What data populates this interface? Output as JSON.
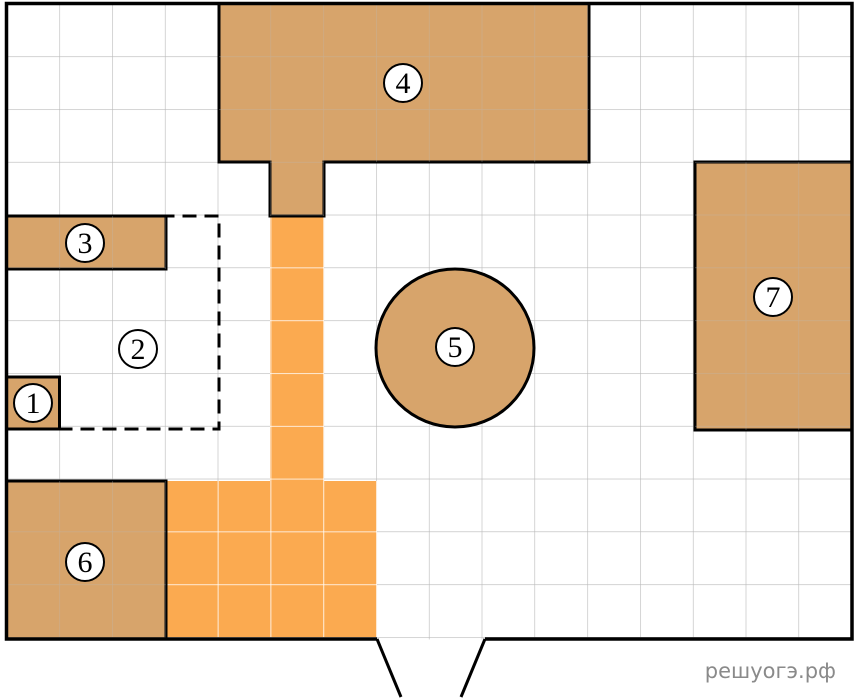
{
  "plan": {
    "colors": {
      "background": "#ffffff",
      "grid_line": "#b9b9b9",
      "wall": "#000000",
      "object_fill": "#d7a46b",
      "path_fill": "#fbaa50",
      "path_grid": "#ffffff",
      "label_circle": "#ffffff"
    },
    "objects": [
      {
        "id": "1",
        "label": "1"
      },
      {
        "id": "2",
        "label": "2"
      },
      {
        "id": "3",
        "label": "3"
      },
      {
        "id": "4",
        "label": "4"
      },
      {
        "id": "5",
        "label": "5"
      },
      {
        "id": "6",
        "label": "6"
      },
      {
        "id": "7",
        "label": "7"
      }
    ]
  },
  "watermark": "решуогэ.рф"
}
